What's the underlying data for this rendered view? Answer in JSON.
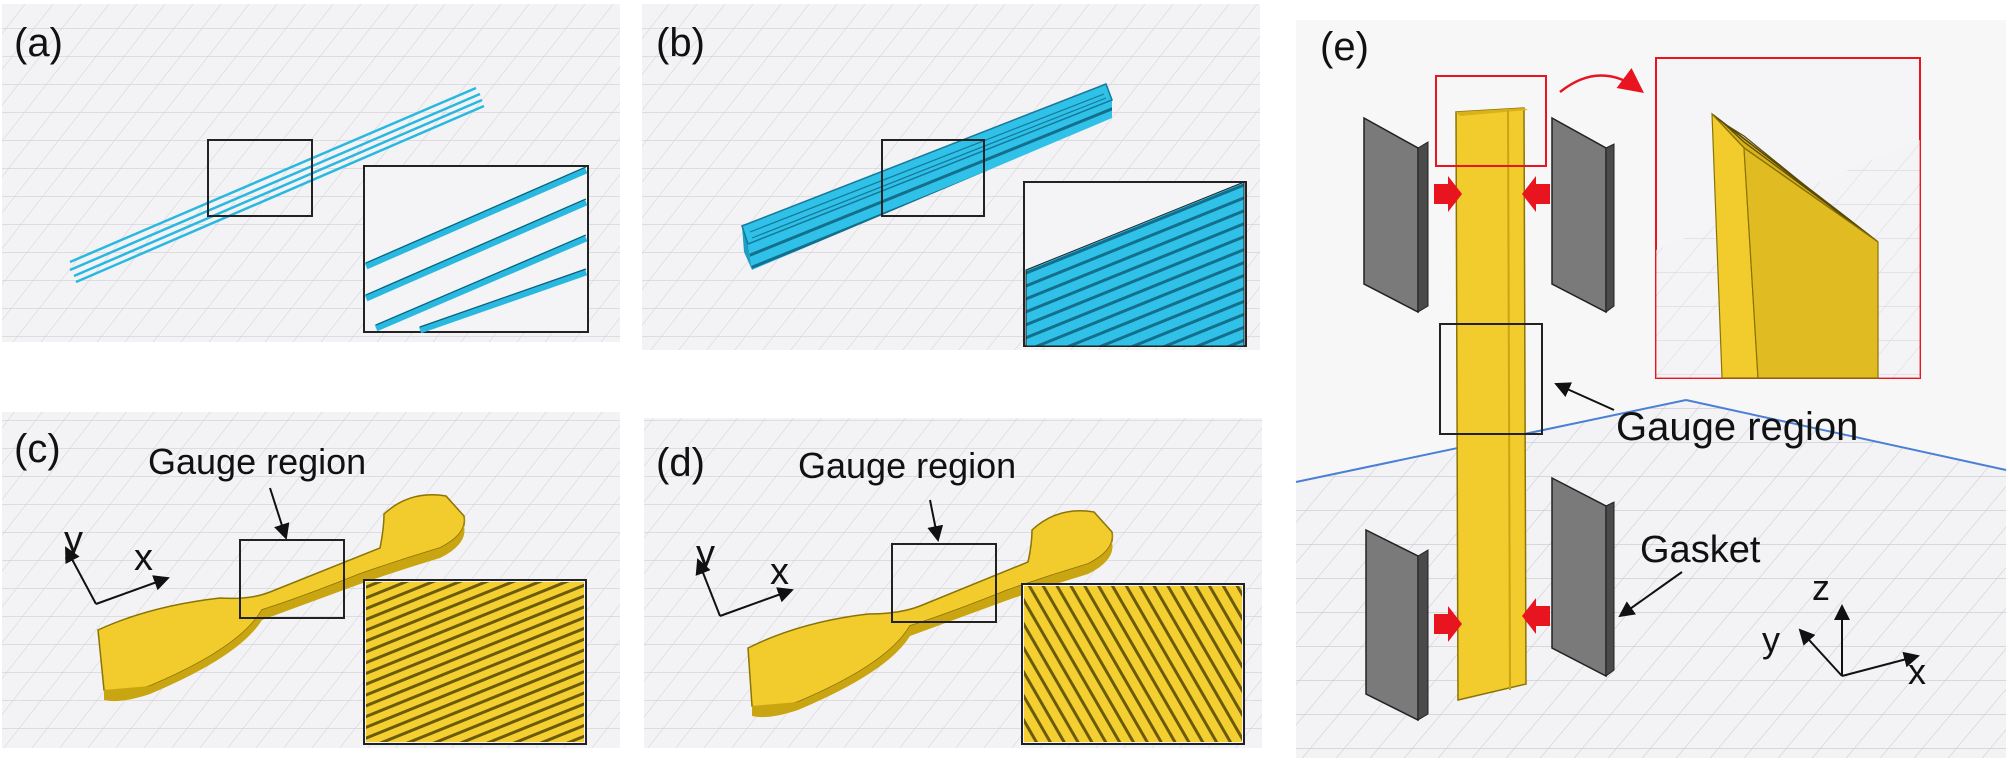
{
  "panels": {
    "a": {
      "label": "(a)"
    },
    "b": {
      "label": "(b)"
    },
    "c": {
      "label": "(c)",
      "annotation": "Gauge region",
      "axis_x": "x",
      "axis_y": "y"
    },
    "d": {
      "label": "(d)",
      "annotation": "Gauge region",
      "axis_x": "x",
      "axis_y": "y"
    },
    "e": {
      "label": "(e)",
      "annotation_gauge": "Gauge region",
      "annotation_gasket": "Gasket",
      "axis_x": "x",
      "axis_y": "y",
      "axis_z": "z"
    }
  },
  "colors": {
    "cyan": "#29b8e0",
    "gold": "#f2cb2c",
    "grid_bg": "#f2f2f4",
    "gasket": "#737373",
    "red": "#e8141f"
  }
}
